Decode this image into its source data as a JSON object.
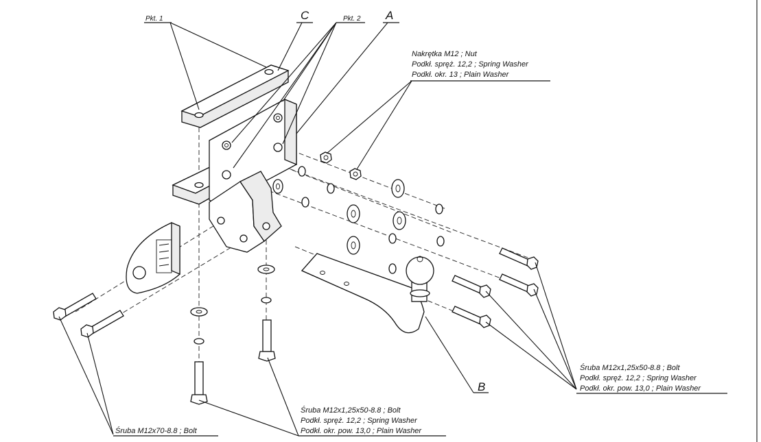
{
  "labels": {
    "pkt1": "Pkt. 1",
    "c": "C",
    "pkt2": "Pkt. 2",
    "a": "A",
    "b": "B",
    "nut_group": [
      "Nakrętka  M12 ; Nut",
      "Podkł. spręż. 12,2 ; Spring Washer",
      "Podkł. okr. 13 ; Plain Washer"
    ],
    "right_bolt_group": [
      "Śruba M12x1,25x50-8.8 ;  Bolt",
      "Podkł. spręż. 12,2 ; Spring Washer",
      "Podkł. okr. pow. 13,0 ; Plain Washer"
    ],
    "bottom_bolt_group": [
      "Śruba M12x1,25x50-8.8 ;  Bolt",
      "Podkł. spręż. 12,2 ; Spring Washer",
      "Podkł. okr. pow. 13,0 ; Plain Washer"
    ],
    "left_bolt": "Śruba M12x70-8.8 ;  Bolt"
  },
  "colors": {
    "line": "#111111",
    "background": "#ffffff"
  }
}
